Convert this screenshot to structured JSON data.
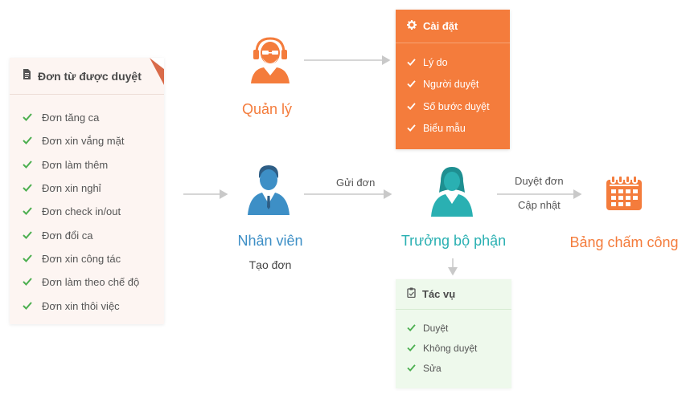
{
  "left_card": {
    "title": "Đơn từ được duyệt",
    "items": [
      "Đơn tăng ca",
      "Đơn xin vắng mặt",
      "Đơn làm thêm",
      "Đơn xin nghỉ",
      "Đơn check in/out",
      "Đơn đổi ca",
      "Đơn xin công tác",
      "Đơn làm theo chế độ",
      "Đơn xin thôi việc"
    ]
  },
  "nodes": {
    "manager": {
      "label": "Quản lý"
    },
    "employee": {
      "label": "Nhân viên",
      "sublabel": "Tạo đơn"
    },
    "department_head": {
      "label": "Trưởng bộ phận"
    },
    "timesheet": {
      "label": "Bảng chấm công"
    }
  },
  "edges": {
    "employee_to_head": "Gửi đơn",
    "head_to_timesheet_top": "Duyệt đơn",
    "head_to_timesheet_bottom": "Cập nhật"
  },
  "settings_card": {
    "title": "Cài đặt",
    "items": [
      "Lý do",
      "Người duyệt",
      "Số bước duyệt",
      "Biểu mẫu"
    ]
  },
  "task_card": {
    "title": "Tác vụ",
    "items": [
      "Duyệt",
      "Không duyệt",
      "Sửa"
    ]
  },
  "colors": {
    "orange": "#f47c3c",
    "blue": "#3d8fc6",
    "teal": "#2ab0b2",
    "green_check": "#4caf50",
    "arrow_gray": "#c9c9c9"
  }
}
